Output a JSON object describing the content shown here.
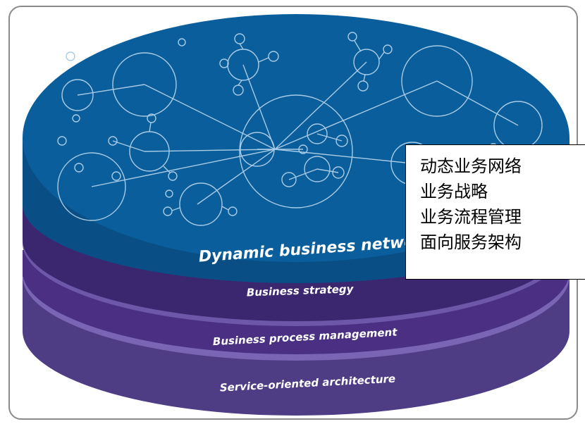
{
  "layers": {
    "dynamic": "Dynamic business network",
    "strategy": "Business strategy",
    "process": "Business process management",
    "soa": "Service-oriented architecture"
  },
  "legend": [
    "动态业务网络",
    "业务战略",
    "业务流程管理",
    "面向服务架构"
  ],
  "colors": {
    "top": "#0a5e9c",
    "top_side": "#094f86",
    "strategy": "#3b2770",
    "process": "#4a2f82",
    "process_band": "#6e57a8",
    "soa": "#4e3d85",
    "network_lines": "#a8cbe6"
  }
}
